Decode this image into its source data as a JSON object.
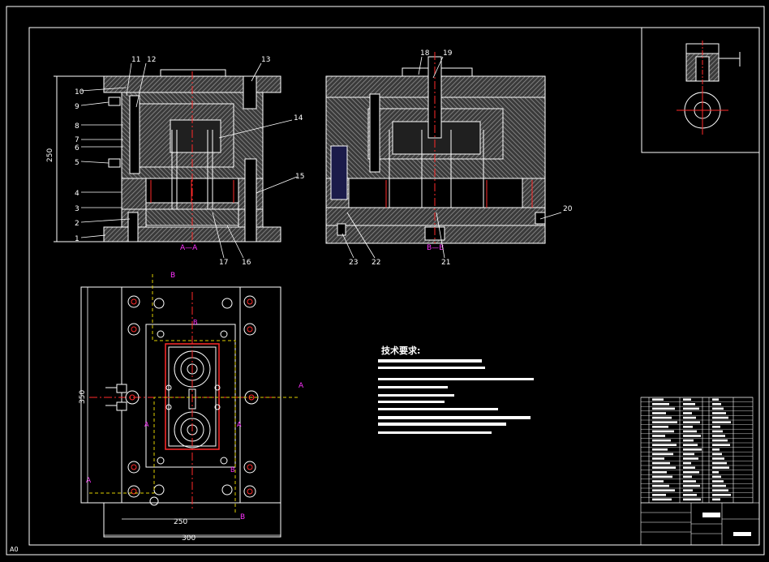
{
  "drawing": {
    "section_aa_label": "A—A",
    "section_bb_label": "B—B",
    "tech_title": "技术要求:",
    "colors": {
      "background": "#000000",
      "line": "#ffffff",
      "red": "#ff2a2a",
      "magenta": "#ff33ff",
      "yellow": "#e0d000",
      "hatch": "#9a9a9a"
    }
  },
  "balloons_left": [
    "10",
    "9",
    "8",
    "7",
    "6",
    "5",
    "4",
    "3",
    "2",
    "1"
  ],
  "balloons_top": [
    "11",
    "12",
    "13",
    "14",
    "15"
  ],
  "balloons_bottom": [
    "17",
    "16"
  ],
  "balloons_mid": [
    "18",
    "19",
    "20",
    "21",
    "22",
    "23"
  ],
  "section_marks": {
    "a": "A",
    "b": "B"
  },
  "dims": {
    "left_height": "250",
    "plan_height": "350",
    "plan_inner_width": "250",
    "plan_outer_width": "300"
  },
  "corner_text": "A0"
}
